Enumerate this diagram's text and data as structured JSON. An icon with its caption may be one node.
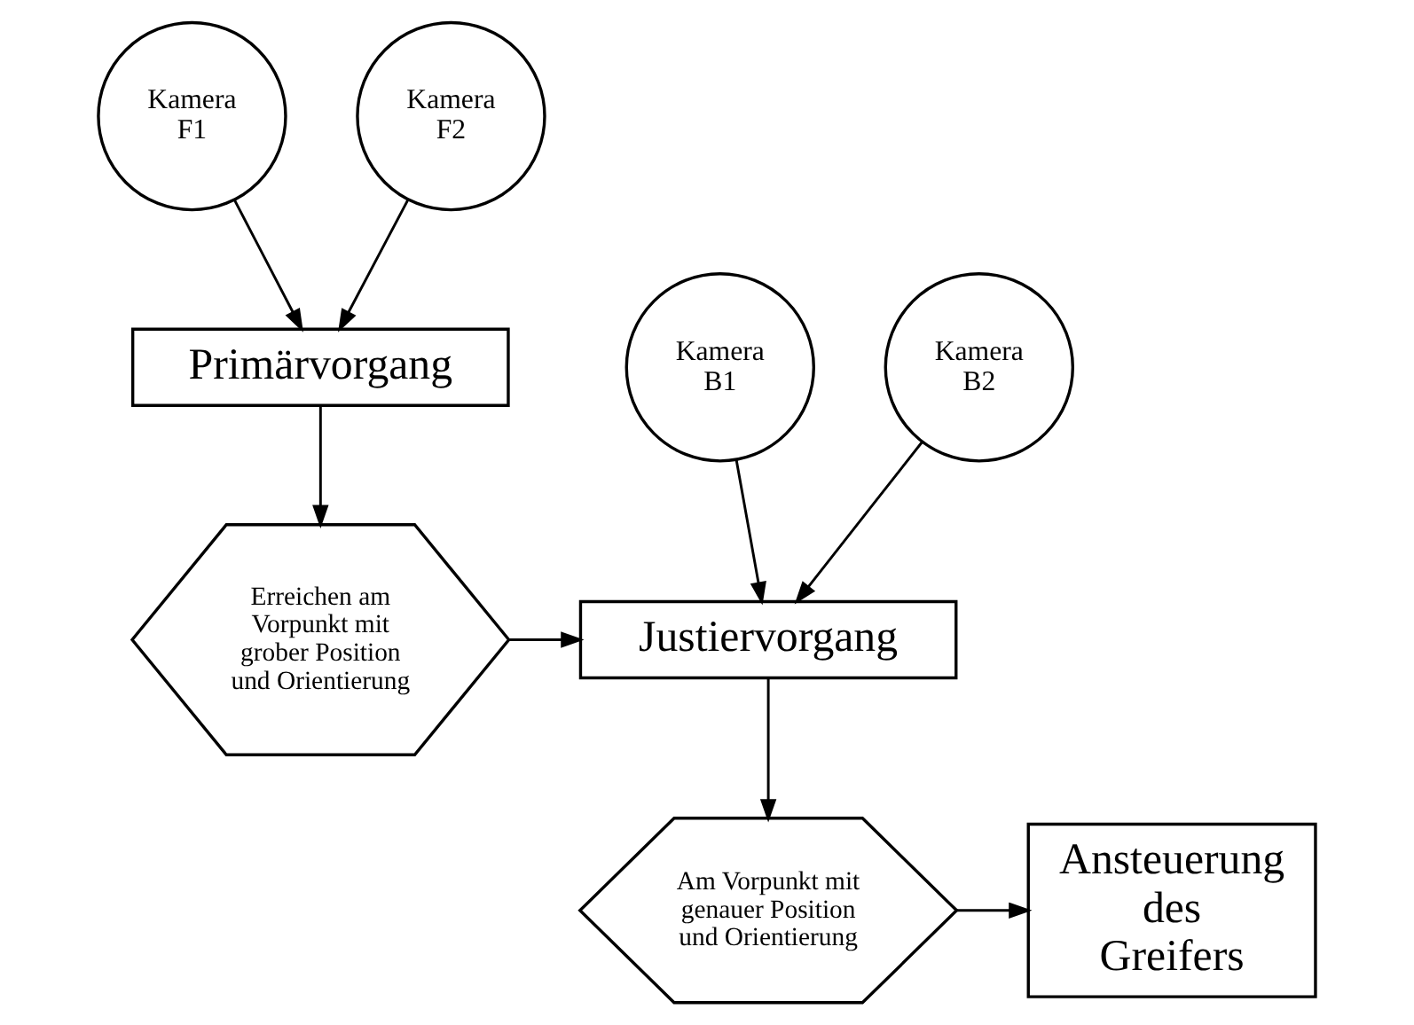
{
  "diagram": {
    "nodes": [
      {
        "text": [
          "Kamera F1"
        ]
      },
      {
        "text": [
          "Kamera F2"
        ]
      },
      {
        "text": [
          "Primärvorgang"
        ]
      },
      {
        "text": [
          "Kamera B1"
        ]
      },
      {
        "text": [
          "Kamera B2"
        ]
      },
      {
        "text": [
          "Erreichen am Vorpunkt mit grober Position und Orientierung"
        ]
      },
      {
        "text": [
          "Justiervorgang"
        ]
      },
      {
        "text": [
          "Am Vorpunkt mit genauer Position und Orientierung"
        ]
      },
      {
        "text": [
          "Ansteuerung des Greifers"
        ]
      }
    ],
    "edges": [
      {
        "from": 0,
        "to": 2,
        "arrow": "to"
      },
      {
        "from": 1,
        "to": 2,
        "arrow": "to"
      },
      {
        "from": 2,
        "to": 5,
        "arrow": "to"
      },
      {
        "from": 5,
        "to": 6,
        "arrow": "to"
      },
      {
        "from": 3,
        "to": 6,
        "arrow": "to"
      },
      {
        "from": 4,
        "to": 6,
        "arrow": "to"
      },
      {
        "from": 6,
        "to": 7,
        "arrow": "to"
      },
      {
        "from": 7,
        "to": 8,
        "arrow": "to"
      }
    ]
  }
}
